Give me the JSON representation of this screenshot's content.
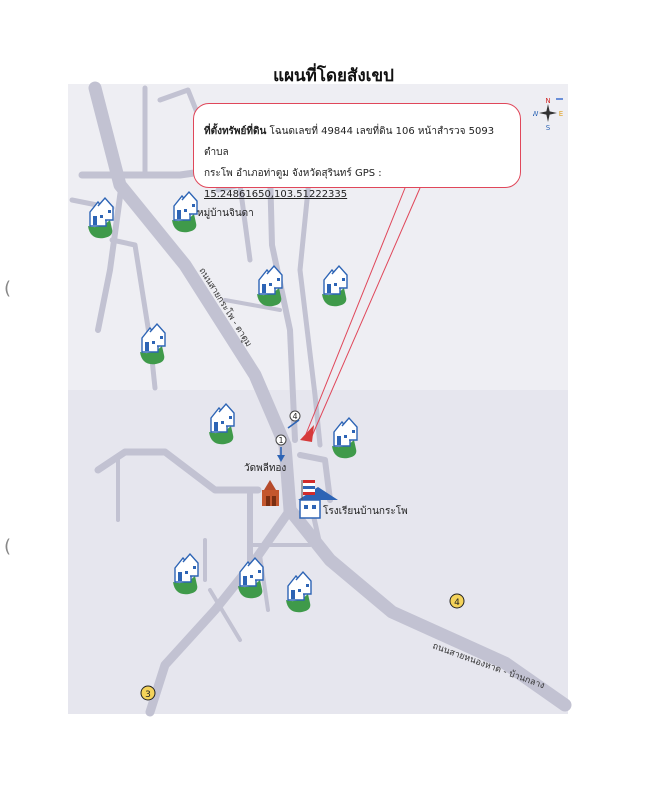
{
  "title": "แผนที่โดยสังเขป",
  "callout": {
    "label": "ที่ตั้งทรัพย์ที่ดิน",
    "line1_rest": " โฉนดเลขที่ 49844 เลขที่ดิน 106 หน้าสำรวจ 5093 ตำบล",
    "line2": "กระโพ อำเภอท่าตูม จังหวัดสุรินทร์ GPS : ",
    "gps": "15.24861650,103.51222335"
  },
  "places": {
    "village": "หมู่บ้านจินดา",
    "temple": "วัดพลีทอง",
    "school": "โรงเรียนบ้านกระโพ"
  },
  "roads": {
    "north_road": "ถนนสายกระโพ - ตาตูม",
    "south_road": "ถนนสายหนองหาด - บ้านกลาง"
  },
  "markers": [
    "1",
    "4",
    "3",
    "4"
  ],
  "compass": {
    "n": "N",
    "s": "S",
    "e": "E",
    "w": "W"
  },
  "colors": {
    "road": "#c2c2d2",
    "callout_border": "#e0475a",
    "pin": "#d63a3a",
    "house_green": "#3f9a4a",
    "house_blue": "#2d64b5"
  }
}
